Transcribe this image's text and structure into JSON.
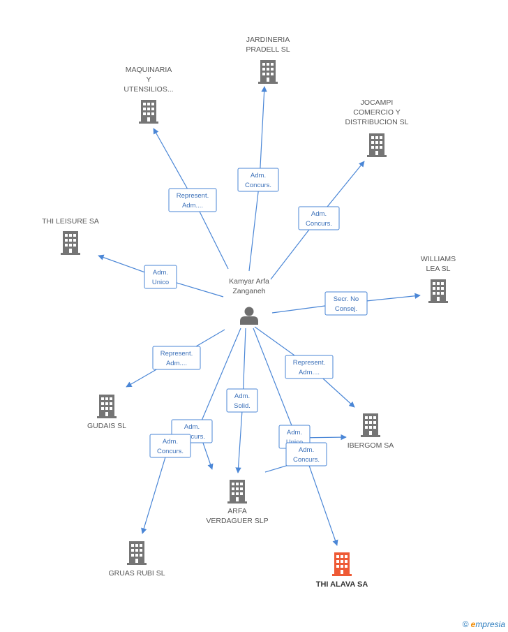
{
  "colors": {
    "edge": "#4a86d6",
    "building": "#757575",
    "building_highlight": "#ee5a35",
    "person": "#6e6e6e"
  },
  "center": {
    "name_lines": [
      "Kamyar Arfa",
      "Zanganeh"
    ],
    "icon": "person-icon"
  },
  "nodes": [
    {
      "id": "jardineria",
      "lines": [
        "JARDINERIA",
        "PRADELL SL"
      ],
      "highlight": false,
      "icon": "building-icon"
    },
    {
      "id": "maquinaria",
      "lines": [
        "MAQUINARIA",
        "Y",
        "UTENSILIOS..."
      ],
      "highlight": false,
      "icon": "building-icon"
    },
    {
      "id": "jocampi",
      "lines": [
        "JOCAMPI",
        "COMERCIO Y",
        "DISTRIBUCION SL"
      ],
      "highlight": false,
      "icon": "building-icon"
    },
    {
      "id": "thileisure",
      "lines": [
        "THI LEISURE SA"
      ],
      "highlight": false,
      "icon": "building-icon"
    },
    {
      "id": "williams",
      "lines": [
        "WILLIAMS",
        "LEA SL"
      ],
      "highlight": false,
      "icon": "building-icon"
    },
    {
      "id": "gudais",
      "lines": [
        "GUDAIS  SL"
      ],
      "highlight": false,
      "icon": "building-icon"
    },
    {
      "id": "ibergom",
      "lines": [
        "IBERGOM SA"
      ],
      "highlight": false,
      "icon": "building-icon"
    },
    {
      "id": "arfa",
      "lines": [
        "ARFA",
        "VERDAGUER SLP"
      ],
      "highlight": false,
      "icon": "building-icon"
    },
    {
      "id": "gruas",
      "lines": [
        "GRUAS RUBI SL"
      ],
      "highlight": false,
      "icon": "building-icon"
    },
    {
      "id": "thialava",
      "lines": [
        "THI ALAVA SA"
      ],
      "highlight": true,
      "icon": "building-icon"
    }
  ],
  "edges": [
    {
      "id": "e-jardineria",
      "lines": [
        "Adm.",
        "Concurs."
      ]
    },
    {
      "id": "e-maquinaria",
      "lines": [
        "Represent.",
        "Adm...."
      ]
    },
    {
      "id": "e-jocampi",
      "lines": [
        "Adm.",
        "Concurs."
      ]
    },
    {
      "id": "e-thileisure",
      "lines": [
        "Adm.",
        "Unico"
      ]
    },
    {
      "id": "e-williams",
      "lines": [
        "Secr.  No",
        "Consej."
      ]
    },
    {
      "id": "e-gudais",
      "lines": [
        "Represent.",
        "Adm...."
      ]
    },
    {
      "id": "e-ibergom",
      "lines": [
        "Represent.",
        "Adm...."
      ]
    },
    {
      "id": "e-arfa-solid",
      "lines": [
        "Adm.",
        "Solid."
      ]
    },
    {
      "id": "e-arfa-concurs",
      "lines": [
        "Adm.",
        "Concurs."
      ]
    },
    {
      "id": "e-gruas",
      "lines": [
        "Adm.",
        "Concurs."
      ]
    },
    {
      "id": "e-unico",
      "lines": [
        "Adm.",
        "Unico"
      ]
    },
    {
      "id": "e-thialava",
      "lines": [
        "Adm.",
        "Concurs."
      ]
    }
  ],
  "brand": {
    "copyright": "©",
    "initial": "e",
    "rest": "mpresia"
  }
}
